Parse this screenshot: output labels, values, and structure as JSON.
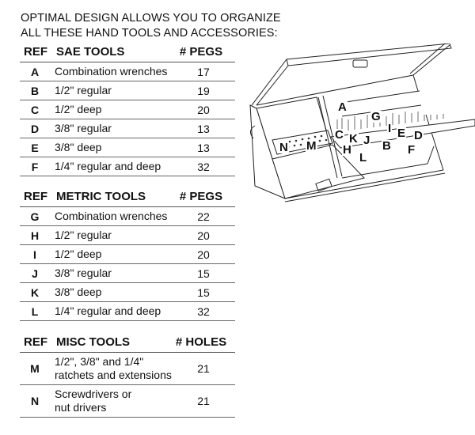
{
  "intro": {
    "line1": "OPTIMAL DESIGN ALLOWS YOU TO ORGANIZE",
    "line2": "ALL THESE HAND TOOLS AND ACCESSORIES:"
  },
  "tables": [
    {
      "headers": {
        "ref": "REF",
        "name": "SAE TOOLS",
        "count": "# PEGS"
      },
      "rows": [
        {
          "ref": "A",
          "name": "Combination wrenches",
          "count": "17"
        },
        {
          "ref": "B",
          "name": "1/2\" regular",
          "count": "19"
        },
        {
          "ref": "C",
          "name": "1/2\" deep",
          "count": "20"
        },
        {
          "ref": "D",
          "name": "3/8\" regular",
          "count": "13"
        },
        {
          "ref": "E",
          "name": "3/8\" deep",
          "count": "13"
        },
        {
          "ref": "F",
          "name": "1/4\" regular and deep",
          "count": "32"
        }
      ]
    },
    {
      "headers": {
        "ref": "REF",
        "name": "METRIC TOOLS",
        "count": "# PEGS"
      },
      "rows": [
        {
          "ref": "G",
          "name": "Combination wrenches",
          "count": "22"
        },
        {
          "ref": "H",
          "name": "1/2\" regular",
          "count": "20"
        },
        {
          "ref": "I",
          "name": "1/2\" deep",
          "count": "20"
        },
        {
          "ref": "J",
          "name": "3/8\" regular",
          "count": "15"
        },
        {
          "ref": "K",
          "name": "3/8\" deep",
          "count": "15"
        },
        {
          "ref": "L",
          "name": "1/4\" regular and deep",
          "count": "32"
        }
      ]
    },
    {
      "headers": {
        "ref": "REF",
        "name": "MISC TOOLS",
        "count": "# HOLES"
      },
      "rows": [
        {
          "ref": "M",
          "name_line1": "1/2\", 3/8\" and 1/4\"",
          "name_line2": "ratchets and extensions",
          "count": "21"
        },
        {
          "ref": "N",
          "name_line1": "Screwdrivers or",
          "name_line2": "nut drivers",
          "count": "21"
        }
      ]
    }
  ],
  "diagram": {
    "labels": [
      "A",
      "G",
      "C",
      "K",
      "J",
      "I",
      "E",
      "D",
      "H",
      "B",
      "F",
      "L",
      "N",
      "M"
    ]
  }
}
